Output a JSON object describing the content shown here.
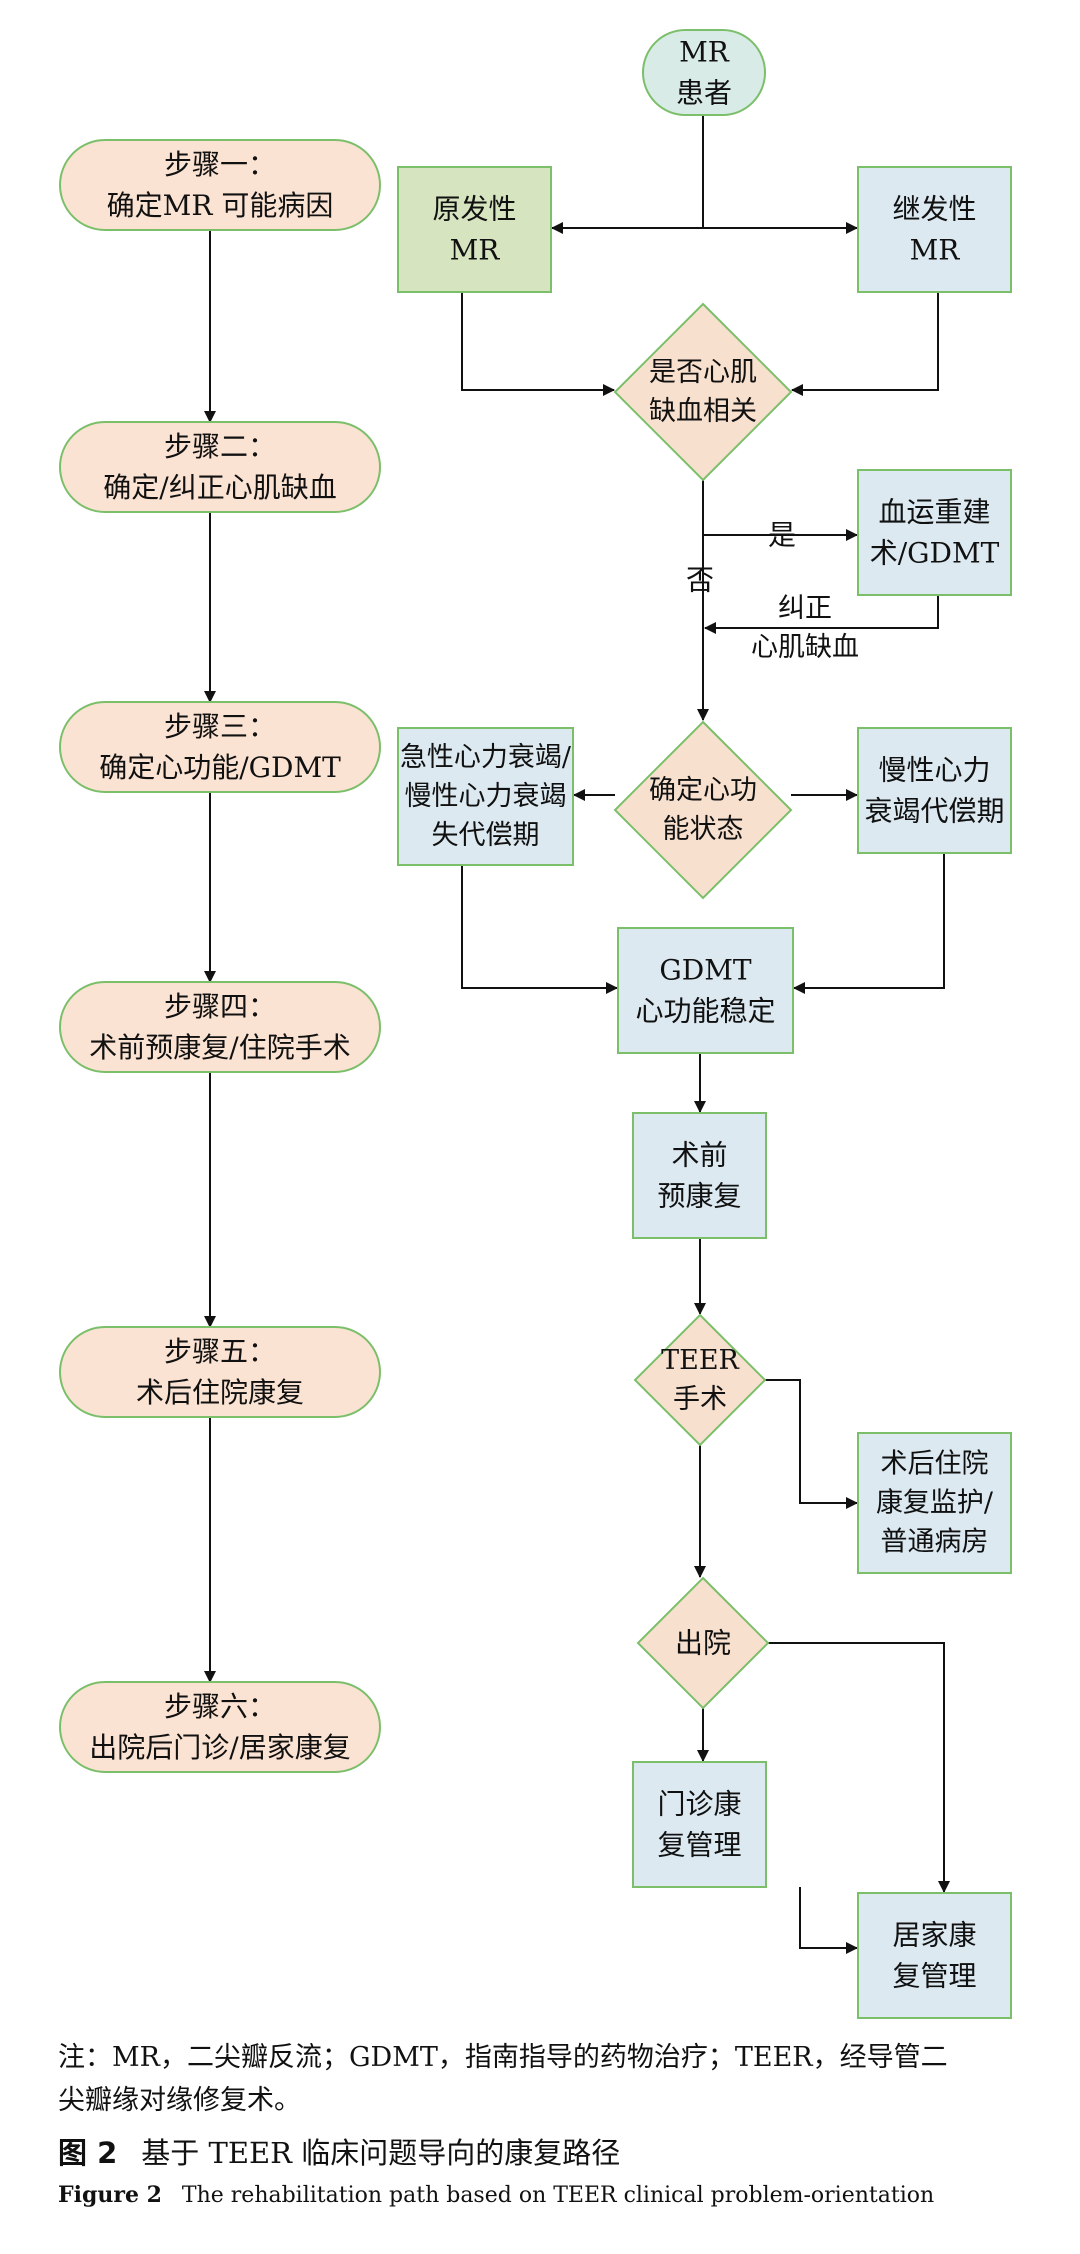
{
  "colors": {
    "step_fill": "#fbe3d3",
    "step_stroke": "#7bbf6a",
    "box_blue_fill": "#dce9f1",
    "box_green_fill": "#d6e4bf",
    "diamond_fill": "#f8e0cf",
    "start_fill": "#d9ebe7",
    "line": "#111111"
  },
  "steps": [
    {
      "line1": "步骤一：",
      "line2": "确定MR 可能病因"
    },
    {
      "line1": "步骤二：",
      "line2": "确定/纠正心肌缺血"
    },
    {
      "line1": "步骤三：",
      "line2": "确定心功能/GDMT"
    },
    {
      "line1": "步骤四：",
      "line2": "术前预康复/住院手术"
    },
    {
      "line1": "步骤五：",
      "line2": "术后住院康复"
    },
    {
      "line1": "步骤六：",
      "line2": "出院后门诊/居家康复"
    }
  ],
  "nodes": {
    "start": [
      "MR",
      "患者"
    ],
    "primary": [
      "原发性",
      "MR"
    ],
    "secondary": [
      "继发性",
      "MR"
    ],
    "ischemia_q": [
      "是否心肌",
      "缺血相关"
    ],
    "revasc": [
      "血运重建",
      "术/GDMT"
    ],
    "correct_ischemia": [
      "纠正",
      "心肌缺血"
    ],
    "heart_function_q": [
      "确定心功",
      "能状态"
    ],
    "acute_hf": [
      "急性心力衰竭/",
      "慢性心力衰竭",
      "失代偿期"
    ],
    "chronic_hf": [
      "慢性心力",
      "衰竭代偿期"
    ],
    "gdmt_stable": [
      "GDMT",
      "心功能稳定"
    ],
    "prehab": [
      "术前",
      "预康复"
    ],
    "teer_q": [
      "TEER",
      "手术"
    ],
    "post_op": [
      "术后住院",
      "康复监护/",
      "普通病房"
    ],
    "discharge_q": [
      "出院"
    ],
    "outpatient": [
      "门诊康",
      "复管理"
    ],
    "home": [
      "居家康",
      "复管理"
    ]
  },
  "edge_labels": {
    "yes": "是",
    "no": "否"
  },
  "notes": {
    "line1": "注：MR，二尖瓣反流；GDMT，指南指导的药物治疗；TEER，经导管二",
    "line2": "尖瓣缘对缘修复术。"
  },
  "caption": {
    "cn_label": "图 2",
    "cn_text": "基于 TEER 临床问题导向的康复路径",
    "en_label": "Figure 2",
    "en_text": "The rehabilitation path based on TEER clinical problem-orientation"
  }
}
